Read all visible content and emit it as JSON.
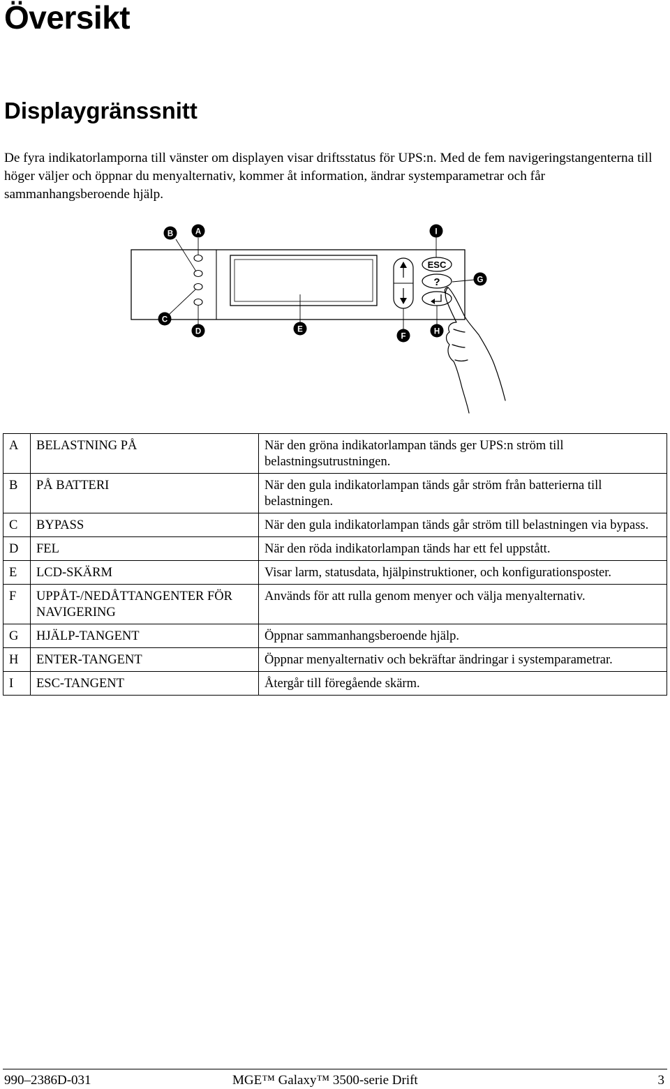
{
  "page": {
    "title": "Översikt",
    "section_title": "Displaygränssnitt",
    "intro": "De fyra indikatorlamporna till vänster om displayen visar driftsstatus för UPS:n.  Med de fem navigeringstangenterna till höger väljer och öppnar du menyalternativ, kommer åt information, ändrar systemparametrar och får sammanhangsberoende hjälp."
  },
  "diagram": {
    "callouts": {
      "a": "A",
      "b": "B",
      "c": "C",
      "d": "D",
      "e": "E",
      "f": "F",
      "g": "G",
      "h": "H",
      "i": "I"
    },
    "keys": {
      "esc": "ESC",
      "help": "?"
    }
  },
  "legend": [
    {
      "code": "A",
      "name": "BELASTNING PÅ",
      "desc": "När den gröna indikatorlampan tänds ger UPS:n ström till belastningsutrustningen."
    },
    {
      "code": "B",
      "name": "PÅ BATTERI",
      "desc": "När den gula indikatorlampan tänds går ström från batterierna till belastningen."
    },
    {
      "code": "C",
      "name": "BYPASS",
      "desc": "När den gula indikatorlampan tänds går ström till belastningen via bypass."
    },
    {
      "code": "D",
      "name": "FEL",
      "desc": "När den röda indikatorlampan tänds har ett fel uppstått."
    },
    {
      "code": "E",
      "name": "LCD-SKÄRM",
      "desc": "Visar larm, statusdata, hjälpinstruktioner, och konfigurationsposter."
    },
    {
      "code": "F",
      "name": "UPPÅT-/NEDÅTTANGENTER FÖR NAVIGERING",
      "desc": "Används för att rulla genom menyer och välja menyalternativ."
    },
    {
      "code": "G",
      "name": "HJÄLP-TANGENT",
      "desc": "Öppnar sammanhangsberoende hjälp."
    },
    {
      "code": "H",
      "name": "ENTER-TANGENT",
      "desc": "Öppnar menyalternativ och bekräftar ändringar i systemparametrar."
    },
    {
      "code": "I",
      "name": "ESC-TANGENT",
      "desc": "Återgår till föregående skärm."
    }
  ],
  "footer": {
    "doc_number": "990–2386D-031",
    "product": "MGE™ Galaxy™ 3500-serie Drift",
    "page_number": "3"
  }
}
